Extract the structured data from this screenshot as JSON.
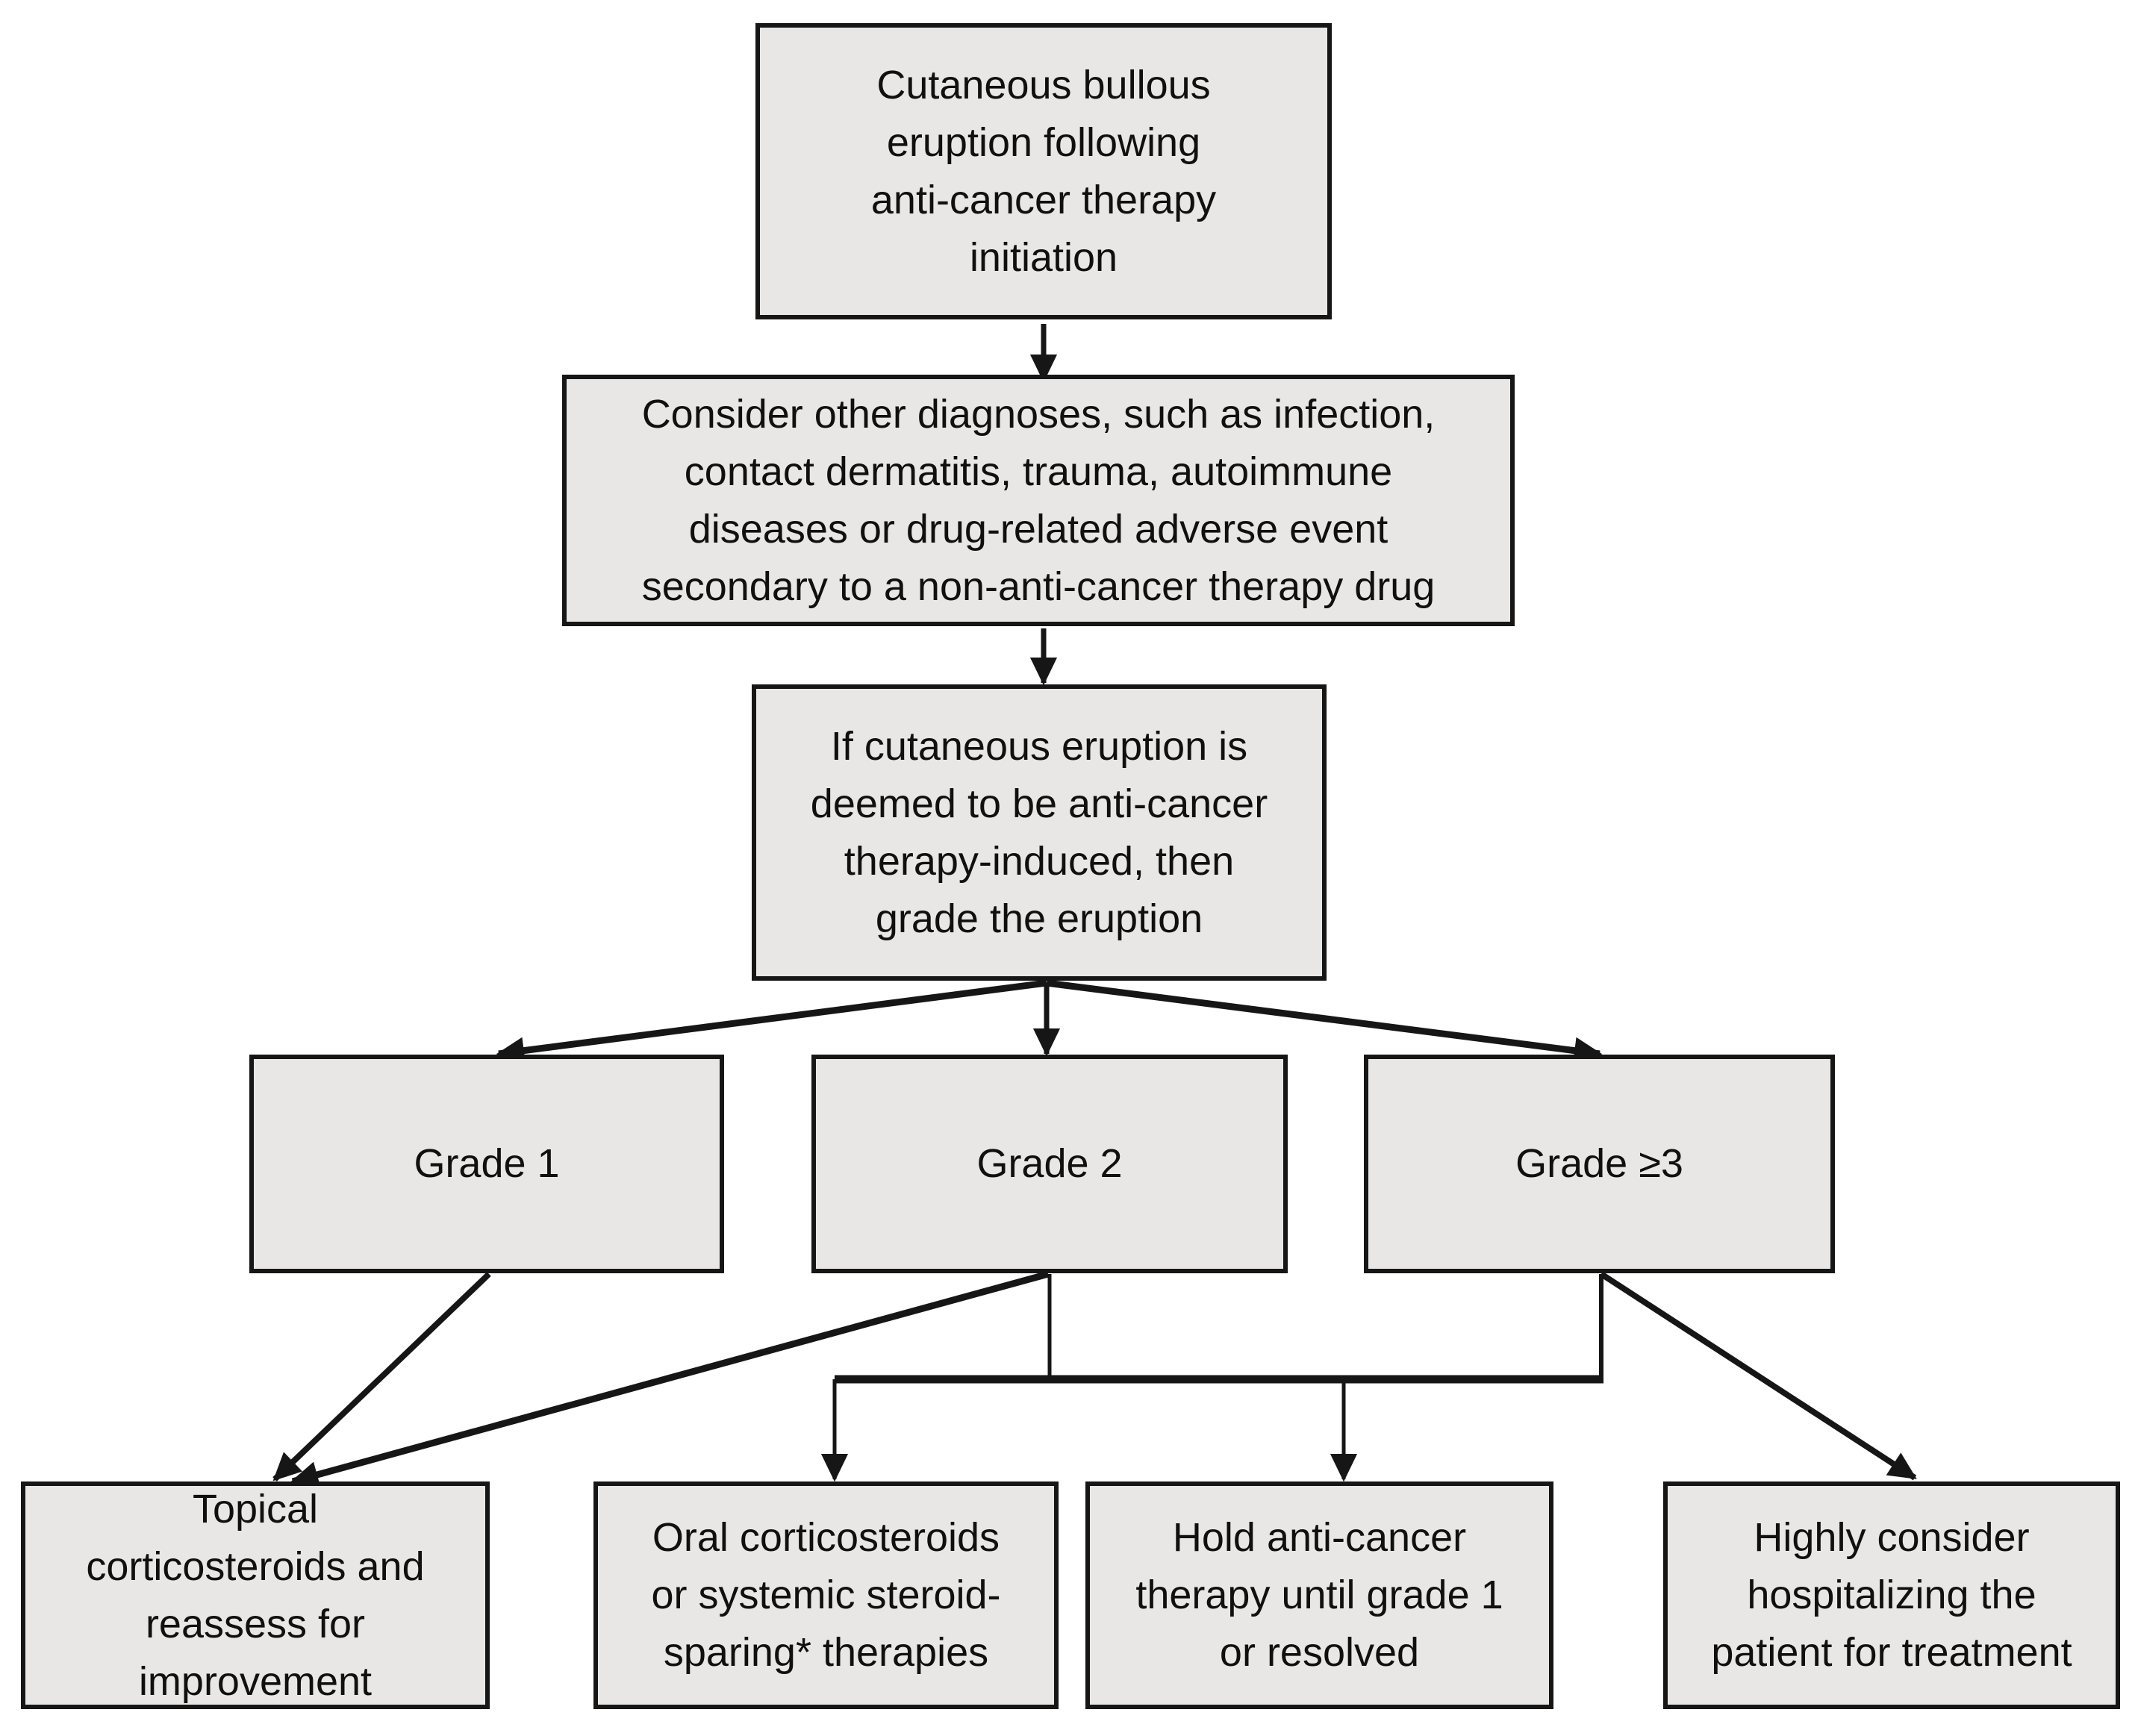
{
  "diagram": {
    "type": "flowchart",
    "colors": {
      "background": "#ffffff",
      "node_fill": "#e9e7e5",
      "node_border": "#161616",
      "arrow": "#161616",
      "text": "#101010"
    },
    "nodes": {
      "start": {
        "label": "Cutaneous bullous\neruption following\nanti-cancer therapy\ninitiation"
      },
      "consider": {
        "label": "Consider other diagnoses, such as infection,\ncontact dermatitis, trauma, autoimmune\ndiseases or drug-related adverse event\nsecondary to a non-anti-cancer therapy drug"
      },
      "assess": {
        "label": "If cutaneous eruption is\ndeemed to be anti-cancer\ntherapy-induced, then\ngrade the eruption"
      },
      "grade1": {
        "label": "Grade 1"
      },
      "grade2": {
        "label": "Grade 2"
      },
      "grade3": {
        "label": "Grade ≥3"
      },
      "topical": {
        "label": "Topical\ncorticosteroids and\nreassess for\nimprovement"
      },
      "oral": {
        "label": "Oral corticosteroids\nor systemic steroid-\nsparing* therapies"
      },
      "hold": {
        "label": "Hold anti-cancer\ntherapy until grade 1\nor resolved"
      },
      "hospitalize": {
        "label": "Highly consider\nhospitalizing the\npatient for treatment"
      }
    },
    "edges": [
      {
        "from": "start",
        "to": "consider"
      },
      {
        "from": "consider",
        "to": "assess"
      },
      {
        "from": "assess",
        "to": "grade1"
      },
      {
        "from": "assess",
        "to": "grade2"
      },
      {
        "from": "assess",
        "to": "grade3"
      },
      {
        "from": "grade1",
        "to": "topical"
      },
      {
        "from": "grade2",
        "to": "topical"
      },
      {
        "from": "grade2",
        "to": "oral"
      },
      {
        "from": "grade2",
        "to": "hold"
      },
      {
        "from": "grade3",
        "to": "oral"
      },
      {
        "from": "grade3",
        "to": "hold"
      },
      {
        "from": "grade3",
        "to": "hospitalize"
      }
    ]
  }
}
